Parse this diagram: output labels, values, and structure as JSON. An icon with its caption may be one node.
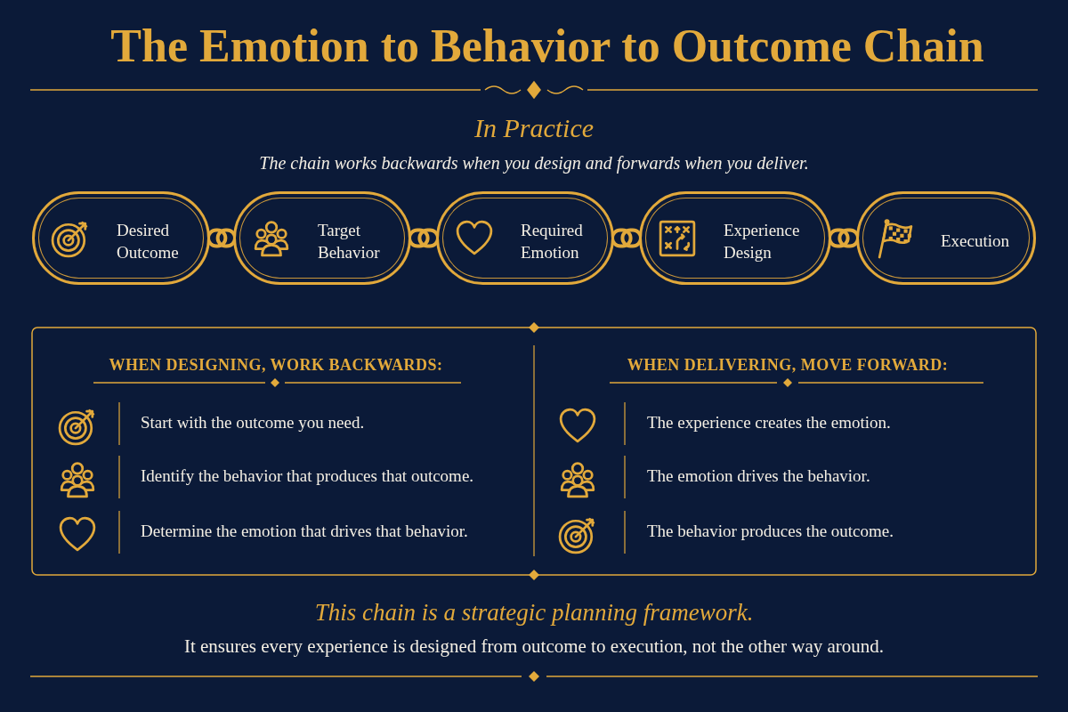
{
  "diagram": {
    "title": "The Emotion to Behavior to Outcome Chain",
    "nodes": [
      {
        "text": [
          "Desired Outcome"
        ]
      },
      {
        "text": [
          "Target Behavior"
        ]
      },
      {
        "text": [
          "Required Emotion"
        ]
      },
      {
        "text": [
          "Experience Design"
        ]
      },
      {
        "text": [
          "Execution"
        ]
      }
    ],
    "edges": [
      {
        "from": 0,
        "to": 1,
        "arrow": "none"
      },
      {
        "from": 1,
        "to": 2,
        "arrow": "none"
      },
      {
        "from": 2,
        "to": 3,
        "arrow": "none"
      },
      {
        "from": 3,
        "to": 4,
        "arrow": "none"
      }
    ],
    "labels": [
      "In Practice",
      "The chain works backwards when you design and forwards when you deliver.",
      "WHEN DESIGNING, WORK BACKWARDS:",
      "Start with the outcome you need.",
      "Identify the behavior that produces that outcome.",
      "Determine the emotion that drives that behavior.",
      "WHEN DELIVERING, MOVE FORWARD:",
      "The experience creates the emotion.",
      "The emotion drives the behavior.",
      "The behavior produces the outcome.",
      "This chain is a strategic planning framework.",
      "It ensures every experience is designed from outcome to execution, not the other way around."
    ]
  }
}
